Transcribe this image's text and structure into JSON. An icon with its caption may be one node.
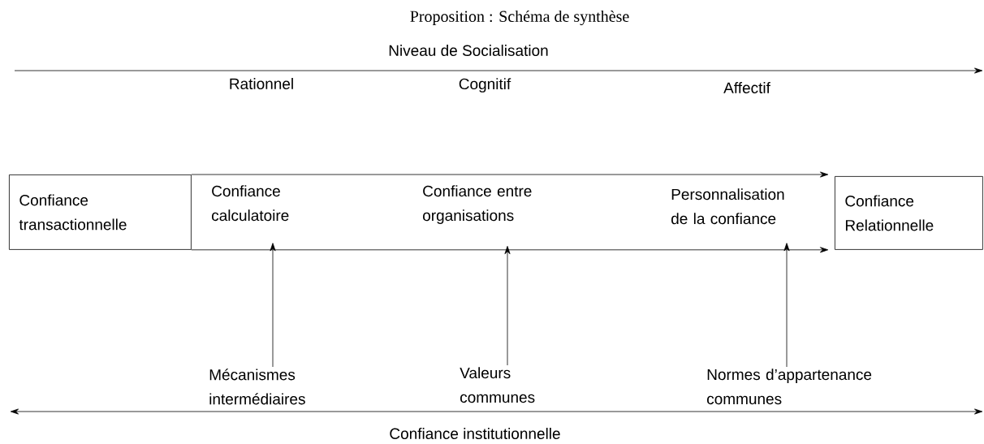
{
  "diagram": {
    "title": "Proposition : Schéma de synthèse",
    "nodes": [
      {
        "text": [
          "Confiance transactionnelle"
        ]
      },
      {
        "text": [
          "Confiance calculatoire"
        ]
      },
      {
        "text": [
          "Confiance entre organisations"
        ]
      },
      {
        "text": [
          "Personnalisation de la confiance"
        ]
      },
      {
        "text": [
          "Confiance Relationnelle"
        ]
      },
      {
        "text": [
          "Mécanismes intermédiaires"
        ]
      },
      {
        "text": [
          "Valeurs communes"
        ]
      },
      {
        "text": [
          "Normes d’appartenance communes"
        ]
      }
    ],
    "edges": [
      {
        "from": 0,
        "to": 4,
        "arrow": "to"
      },
      {
        "from": 0,
        "to": 4,
        "arrow": "to"
      },
      {
        "from": 5,
        "to": 1,
        "arrow": "to"
      },
      {
        "from": 6,
        "to": 2,
        "arrow": "to"
      },
      {
        "from": 7,
        "to": 3,
        "arrow": "to"
      }
    ],
    "labels": [
      "Niveau de Socialisation",
      "Rationnel",
      "Cognitif",
      "Affectif",
      "Confiance institutionnelle"
    ]
  }
}
